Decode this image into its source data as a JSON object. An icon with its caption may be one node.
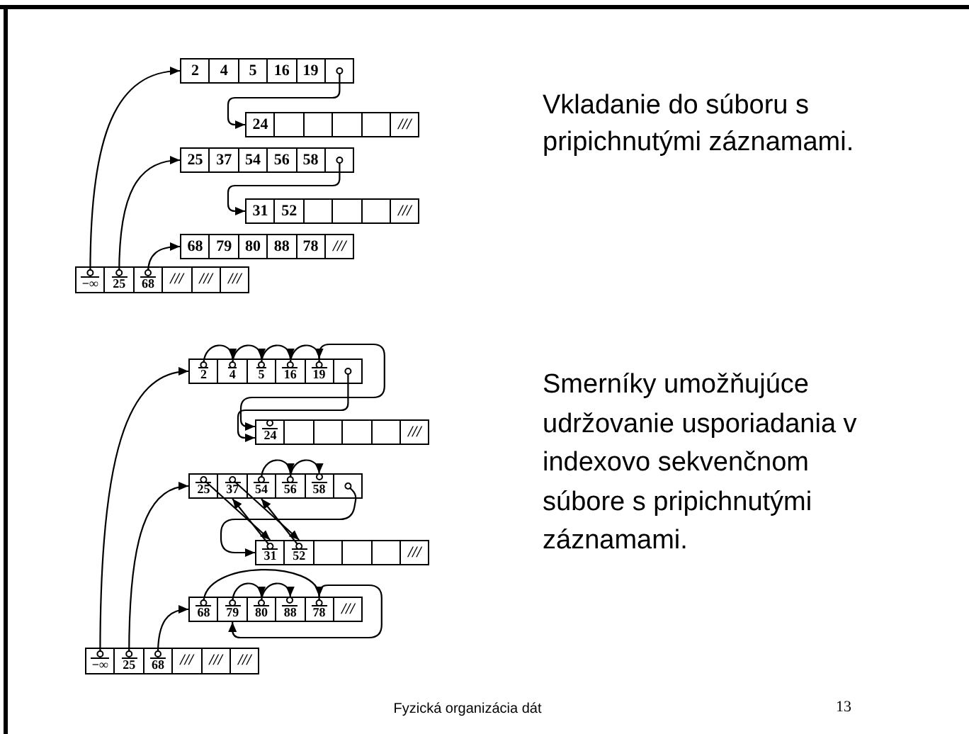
{
  "diagram": {
    "nodes": [
      {
        "text": [
          "2"
        ]
      },
      {
        "text": [
          "4"
        ]
      },
      {
        "text": [
          "5"
        ]
      },
      {
        "text": [
          "16"
        ]
      },
      {
        "text": [
          "19"
        ]
      },
      {
        "text": [],
        "shape": "box"
      },
      {
        "text": [
          "24"
        ]
      },
      {
        "text": [],
        "shape": "box"
      },
      {
        "text": [],
        "shape": "box"
      },
      {
        "text": [],
        "shape": "box"
      },
      {
        "text": [],
        "shape": "box"
      },
      {
        "text": [
          "///"
        ]
      },
      {
        "text": [
          "25"
        ]
      },
      {
        "text": [
          "37"
        ]
      },
      {
        "text": [
          "54"
        ]
      },
      {
        "text": [
          "56"
        ]
      },
      {
        "text": [
          "58"
        ]
      },
      {
        "text": [],
        "shape": "box"
      },
      {
        "text": [
          "31"
        ]
      },
      {
        "text": [
          "52"
        ]
      },
      {
        "text": [],
        "shape": "box"
      },
      {
        "text": [],
        "shape": "box"
      },
      {
        "text": [],
        "shape": "box"
      },
      {
        "text": [
          "///"
        ]
      },
      {
        "text": [
          "68"
        ]
      },
      {
        "text": [
          "79"
        ]
      },
      {
        "text": [
          "80"
        ]
      },
      {
        "text": [
          "88"
        ]
      },
      {
        "text": [
          "78"
        ]
      },
      {
        "text": [
          "///"
        ]
      },
      {
        "text": [
          "−∞"
        ]
      },
      {
        "text": [
          "25"
        ]
      },
      {
        "text": [
          "68"
        ]
      },
      {
        "text": [
          "///"
        ]
      },
      {
        "text": [
          "///"
        ]
      },
      {
        "text": [
          "///"
        ]
      },
      {
        "text": [
          "2"
        ]
      },
      {
        "text": [
          "4"
        ]
      },
      {
        "text": [
          "5"
        ]
      },
      {
        "text": [
          "16"
        ]
      },
      {
        "text": [
          "19"
        ]
      },
      {
        "text": [],
        "shape": "box"
      },
      {
        "text": [
          "24"
        ]
      },
      {
        "text": [],
        "shape": "box"
      },
      {
        "text": [],
        "shape": "box"
      },
      {
        "text": [],
        "shape": "box"
      },
      {
        "text": [],
        "shape": "box"
      },
      {
        "text": [
          "///"
        ]
      },
      {
        "text": [
          "25"
        ]
      },
      {
        "text": [
          "37"
        ]
      },
      {
        "text": [
          "54"
        ]
      },
      {
        "text": [
          "56"
        ]
      },
      {
        "text": [
          "58"
        ]
      },
      {
        "text": [],
        "shape": "box"
      },
      {
        "text": [
          "31"
        ]
      },
      {
        "text": [
          "52"
        ]
      },
      {
        "text": [],
        "shape": "box"
      },
      {
        "text": [],
        "shape": "box"
      },
      {
        "text": [],
        "shape": "box"
      },
      {
        "text": [
          "///"
        ]
      },
      {
        "text": [
          "68"
        ]
      },
      {
        "text": [
          "79"
        ]
      },
      {
        "text": [
          "80"
        ]
      },
      {
        "text": [
          "88"
        ]
      },
      {
        "text": [
          "78"
        ]
      },
      {
        "text": [
          "///"
        ]
      },
      {
        "text": [
          "−∞"
        ]
      },
      {
        "text": [
          "25"
        ]
      },
      {
        "text": [
          "68"
        ]
      },
      {
        "text": [
          "///"
        ]
      },
      {
        "text": [
          "///"
        ]
      },
      {
        "text": [
          "///"
        ]
      }
    ],
    "edges": [
      {
        "from": 30,
        "to": 0,
        "arrow": "to"
      },
      {
        "from": 31,
        "to": 12,
        "arrow": "to"
      },
      {
        "from": 32,
        "to": 24,
        "arrow": "to"
      },
      {
        "from": 5,
        "to": 6,
        "arrow": "to"
      },
      {
        "from": 17,
        "to": 18,
        "arrow": "to"
      },
      {
        "from": 66,
        "to": 36,
        "arrow": "to"
      },
      {
        "from": 67,
        "to": 48,
        "arrow": "to"
      },
      {
        "from": 68,
        "to": 60,
        "arrow": "to"
      },
      {
        "from": 36,
        "to": 37,
        "arrow": "to"
      },
      {
        "from": 37,
        "to": 38,
        "arrow": "to"
      },
      {
        "from": 38,
        "to": 39,
        "arrow": "to"
      },
      {
        "from": 39,
        "to": 40,
        "arrow": "to"
      },
      {
        "from": 40,
        "to": 42,
        "arrow": "to"
      },
      {
        "from": 41,
        "to": 42,
        "arrow": "to"
      },
      {
        "from": 48,
        "to": 54,
        "arrow": "to"
      },
      {
        "from": 54,
        "to": 49,
        "arrow": "to"
      },
      {
        "from": 49,
        "to": 55,
        "arrow": "to"
      },
      {
        "from": 55,
        "to": 50,
        "arrow": "to"
      },
      {
        "from": 50,
        "to": 51,
        "arrow": "to"
      },
      {
        "from": 51,
        "to": 52,
        "arrow": "to"
      },
      {
        "from": 53,
        "to": 54,
        "arrow": "to"
      },
      {
        "from": 60,
        "to": 64,
        "arrow": "to"
      },
      {
        "from": 64,
        "to": 61,
        "arrow": "to"
      },
      {
        "from": 61,
        "to": 62,
        "arrow": "to"
      },
      {
        "from": 62,
        "to": 63,
        "arrow": "to"
      }
    ],
    "labels": [
      "Vkladanie do súboru s pripichnutými záznamami.",
      "Smerníky umožňujúce udržovanie usporiadania v indexovo sekvenčnom súbore s pripichnutými záznamami.",
      "Fyzická organizácia dát",
      "13"
    ]
  }
}
